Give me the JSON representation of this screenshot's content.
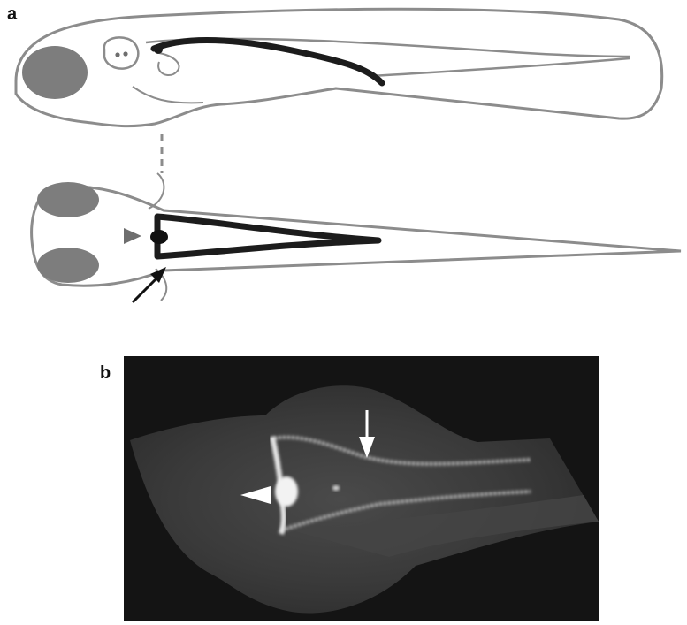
{
  "panels": {
    "a": {
      "label": "a"
    },
    "b": {
      "label": "b"
    }
  },
  "colors": {
    "outline": "#8c8c8c",
    "eye_fill": "#7d7d7d",
    "vessel": "#1c1c1c",
    "arrowhead_gray": "#6e6e6e",
    "micrograph_background": "#141414",
    "micrograph_tissue": "#3a3a3a",
    "fluorescent_signal": "#f2f2f2"
  },
  "annotations": {
    "panel_a": [
      "gray-arrowhead",
      "black-arrow",
      "dashed-alignment-line"
    ],
    "panel_b": [
      "white-arrowhead",
      "white-arrow"
    ]
  }
}
